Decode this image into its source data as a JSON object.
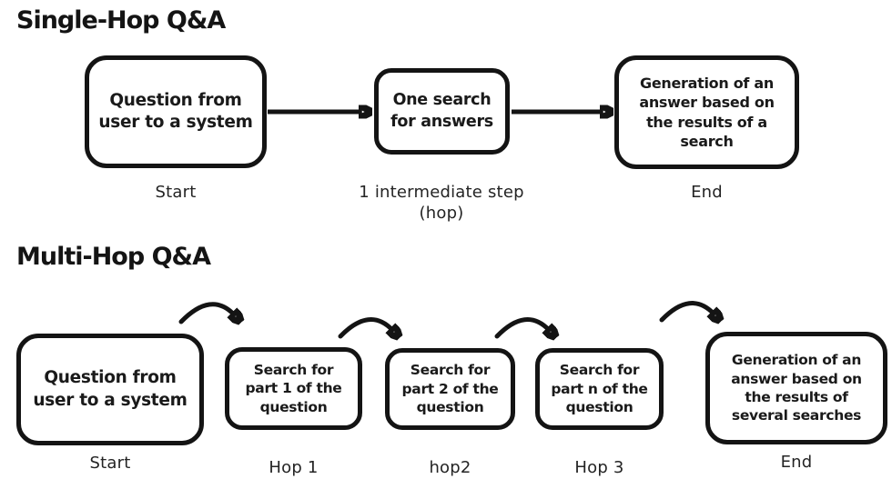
{
  "colors": {
    "ink": "#141414",
    "background": "#ffffff"
  },
  "single_hop": {
    "title": "Single-Hop Q&A",
    "nodes": [
      {
        "text": "Question from user to a system",
        "label": "Start"
      },
      {
        "text": "One search for answers",
        "label": "1 intermediate step\n(hop)"
      },
      {
        "text": "Generation of an answer based on the results of a search",
        "label": "End"
      }
    ]
  },
  "multi_hop": {
    "title": "Multi-Hop Q&A",
    "nodes": [
      {
        "text": "Question from user to a system",
        "label": "Start"
      },
      {
        "text": "Search for part 1 of the question",
        "label": "Hop 1"
      },
      {
        "text": "Search for part 2 of the question",
        "label": "hop2"
      },
      {
        "text": "Search for part n of the question",
        "label": "Hop 3"
      },
      {
        "text": "Generation of an answer based on the results of several searches",
        "label": "End"
      }
    ]
  },
  "icons": {
    "straight_arrow": "right-arrow",
    "curved_arrow": "hop-arc-arrow"
  }
}
